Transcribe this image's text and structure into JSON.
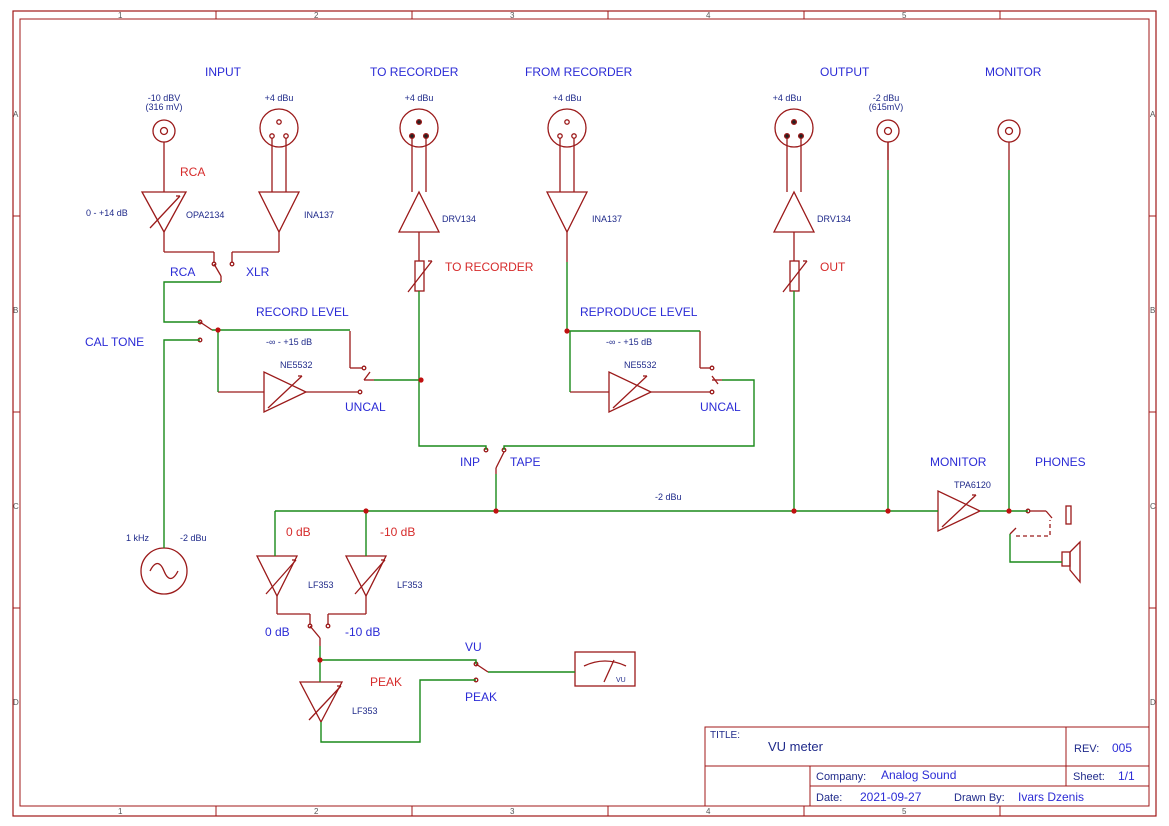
{
  "frame": {
    "col_labels": [
      "1",
      "2",
      "3",
      "4",
      "5"
    ],
    "row_labels": [
      "A",
      "B",
      "C",
      "D"
    ]
  },
  "sections": {
    "input": "INPUT",
    "to_recorder": "TO RECORDER",
    "from_recorder": "FROM RECORDER",
    "output": "OUTPUT",
    "monitor": "MONITOR"
  },
  "connector_levels": {
    "input_rca": "-10 dBV",
    "input_rca_mv": "(316 mV)",
    "input_xlr": "+4 dBu",
    "to_rec": "+4 dBu",
    "from_rec": "+4 dBu",
    "out_xlr": "+4 dBu",
    "out_rca": "-2 dBu",
    "out_rca_mv": "(615mV)"
  },
  "labels": {
    "rca_red": "RCA",
    "gain_range": "0 - +14 dB",
    "opa": "OPA2134",
    "ina_in": "INA137",
    "drv_rec": "DRV134",
    "ina_rec": "INA137",
    "drv_out": "DRV134",
    "to_recorder_trim": "TO RECORDER",
    "out_trim": "OUT",
    "rca_sw": "RCA",
    "xlr_sw": "XLR",
    "record_level": "RECORD LEVEL",
    "reproduce_level": "REPRODUCE LEVEL",
    "cal_tone": "CAL TONE",
    "rec_range": "-∞ - +15 dB",
    "rep_range": "-∞ - +15 dB",
    "ne_rec": "NE5532",
    "ne_rep": "NE5532",
    "uncal_rec": "UNCAL",
    "uncal_rep": "UNCAL",
    "inp": "INP",
    "tape": "TAPE",
    "bus_level": "-2 dBu",
    "monitor_amp": "MONITOR",
    "phones": "PHONES",
    "tpa": "TPA6120",
    "osc_freq": "1 kHz",
    "osc_level": "-2 dBu",
    "zero_db_red": "0 dB",
    "minus10_red": "-10 dB",
    "lf_a": "LF353",
    "lf_b": "LF353",
    "zero_db_sw": "0 dB",
    "minus10_sw": "-10 dB",
    "vu": "VU",
    "peak_red": "PEAK",
    "peak_sw": "PEAK",
    "lf_peak": "LF353",
    "meter_vu": "VU"
  },
  "title_block": {
    "title_label": "TITLE:",
    "title": "VU meter",
    "rev_label": "REV:",
    "rev": "005",
    "company_label": "Company:",
    "company": "Analog Sound",
    "sheet_label": "Sheet:",
    "sheet": "1/1",
    "date_label": "Date:",
    "date": "2021-09-27",
    "drawn_label": "Drawn By:",
    "drawn": "Ivars Dzenis"
  }
}
